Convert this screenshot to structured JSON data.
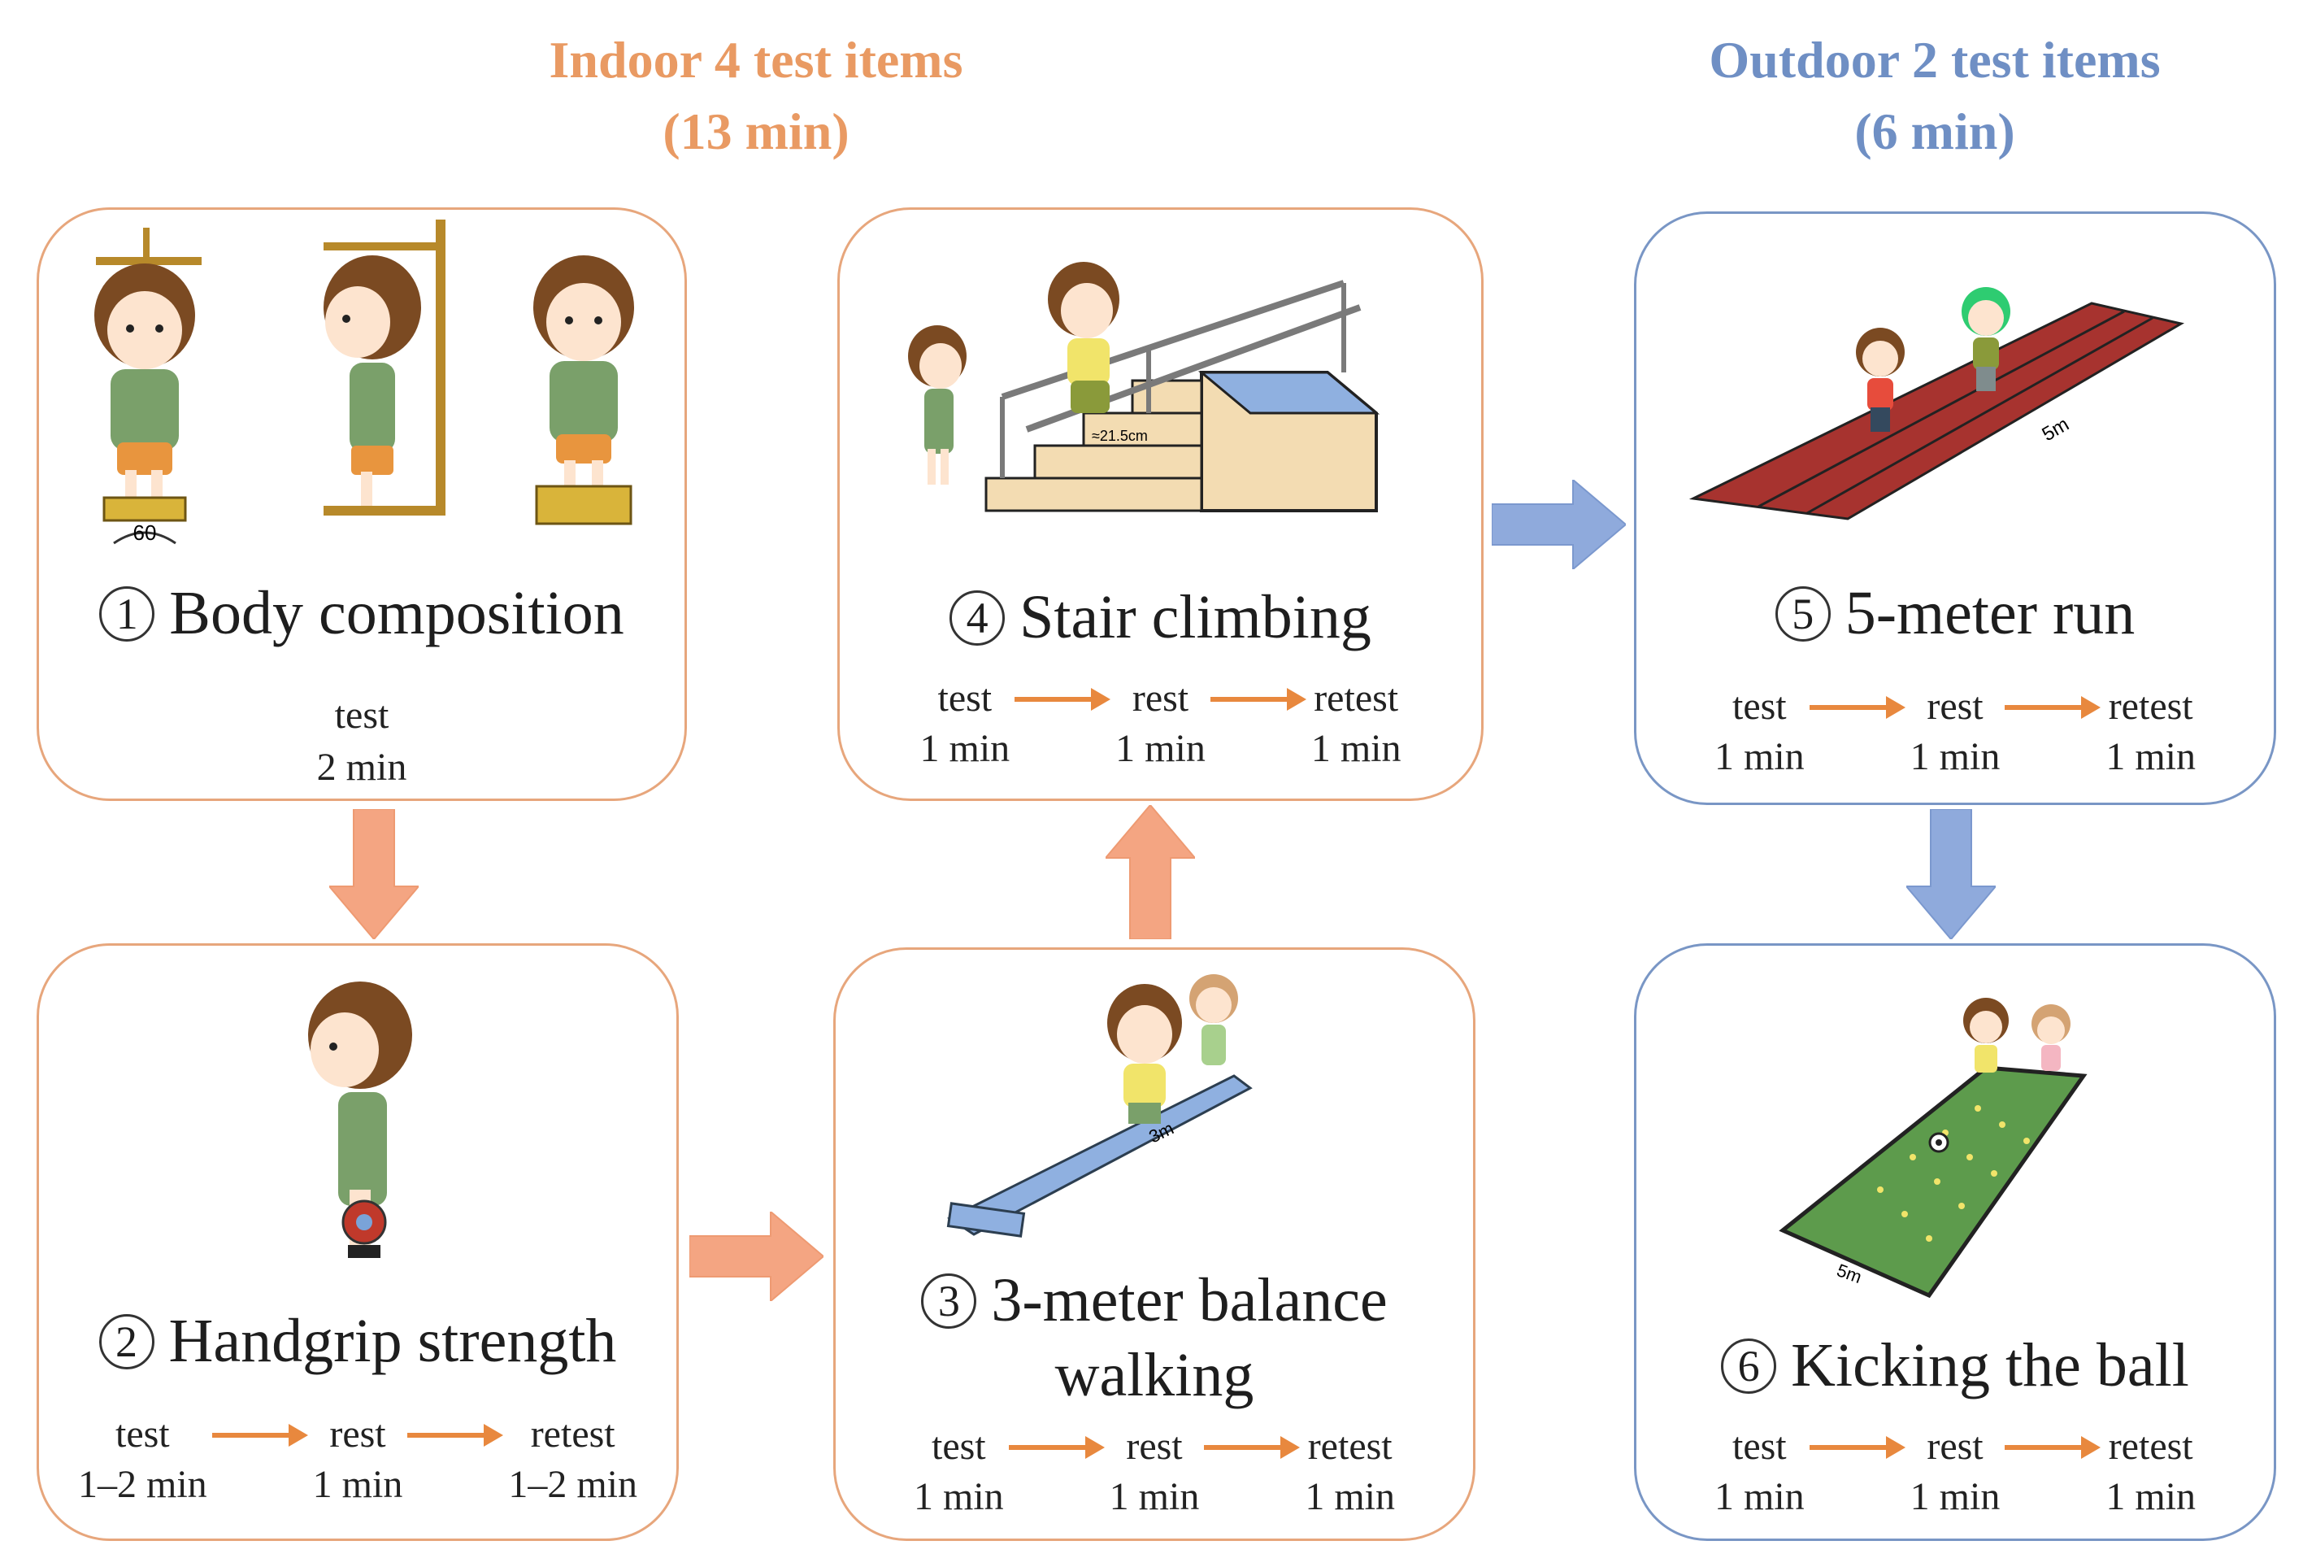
{
  "groups": {
    "indoor": {
      "title": "Indoor 4 test items",
      "duration": "(13 min)",
      "color": "#e99a63"
    },
    "outdoor": {
      "title": "Outdoor 2 test items",
      "duration": "(6 min)",
      "color": "#6f8fc4"
    }
  },
  "steps": [
    {
      "num": "1",
      "title": "Body composition",
      "phases": [
        {
          "label": "test",
          "time": "2 min"
        }
      ]
    },
    {
      "num": "2",
      "title": "Handgrip strength",
      "phases": [
        {
          "label": "test",
          "time": "1–2 min"
        },
        {
          "label": "rest",
          "time": "1 min"
        },
        {
          "label": "retest",
          "time": "1–2 min"
        }
      ]
    },
    {
      "num": "3",
      "title": "3-meter balance",
      "title2": "walking",
      "phases": [
        {
          "label": "test",
          "time": "1 min"
        },
        {
          "label": "rest",
          "time": "1 min"
        },
        {
          "label": "retest",
          "time": "1 min"
        }
      ]
    },
    {
      "num": "4",
      "title": "Stair climbing",
      "phases": [
        {
          "label": "test",
          "time": "1 min"
        },
        {
          "label": "rest",
          "time": "1 min"
        },
        {
          "label": "retest",
          "time": "1 min"
        }
      ]
    },
    {
      "num": "5",
      "title": "5-meter run",
      "phases": [
        {
          "label": "test",
          "time": "1 min"
        },
        {
          "label": "rest",
          "time": "1 min"
        },
        {
          "label": "retest",
          "time": "1 min"
        }
      ]
    },
    {
      "num": "6",
      "title": "Kicking the ball",
      "phases": [
        {
          "label": "test",
          "time": "1 min"
        },
        {
          "label": "rest",
          "time": "1 min"
        },
        {
          "label": "retest",
          "time": "1 min"
        }
      ]
    }
  ],
  "illustration_labels": {
    "scale_angle": "60",
    "stair_height": "≈21.5cm",
    "track_length": "5m",
    "beam_length": "3m",
    "field_length": "5m"
  },
  "colors": {
    "indoor_arrow": "#f4a582",
    "outdoor_arrow": "#8faadc",
    "timeline_arrow": "#e8883e",
    "track": "#a7332f",
    "field": "#5d9b4c"
  }
}
